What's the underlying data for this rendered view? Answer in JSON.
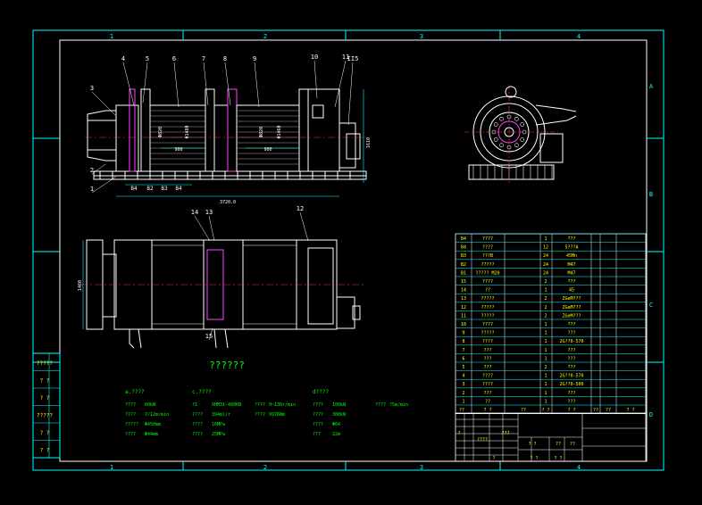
{
  "frame": {
    "columns": [
      "1",
      "2",
      "3",
      "4"
    ],
    "rows": [
      "A",
      "B",
      "C",
      "D"
    ]
  },
  "views": {
    "side_view": {
      "balloons": [
        "3",
        "4",
        "5",
        "6",
        "7",
        "8",
        "9",
        "10",
        "11",
        "II5",
        "2",
        "1"
      ],
      "bottom_labels": [
        "B4",
        "B2",
        "B3",
        "B4"
      ],
      "dims": {
        "d1": "Φ820",
        "d2": "Φ1480",
        "d3": "Φ820",
        "d4": "Φ1460",
        "width1": "900",
        "width2": "900",
        "overall": "3720.0",
        "height": "1610"
      }
    },
    "plan_view": {
      "balloons": [
        "14",
        "13",
        "12",
        "15"
      ],
      "dims": {
        "height": "1460"
      },
      "title": "??????"
    }
  },
  "colors": {
    "cyan": "#00ffff",
    "white": "#ffffff",
    "green": "#00ff00",
    "red": "#ff3030",
    "magenta": "#ff40ff",
    "yellow": "#ffff00"
  },
  "tech": {
    "col_a": {
      "heading": "a.????",
      "lines": [
        {
          "k": "????",
          "v": "60kN"
        },
        {
          "k": "????",
          "v": "7/12m/min"
        },
        {
          "k": "?????",
          "v": "Φ450mm"
        },
        {
          "k": "????",
          "v": "Φ44mm"
        }
      ]
    },
    "col_b": {
      "heading": "c.????",
      "lines": [
        {
          "k": "?1",
          "v": "XHM31-400KB"
        },
        {
          "k": "????",
          "v": "394ml/r"
        },
        {
          "k": "????",
          "v": "16MPa"
        },
        {
          "k": "????",
          "v": "25MPa"
        }
      ],
      "extra": [
        {
          "k": "????",
          "v": "0~130r/min"
        },
        {
          "k": "????",
          "v": "9976Nm"
        }
      ]
    },
    "col_c": {
      "heading": "d????",
      "lines": [
        {
          "k": "????",
          "v": "100kN"
        },
        {
          "k": "????",
          "v": "300kN"
        },
        {
          "k": "????",
          "v": "Φ64"
        },
        {
          "k": "???",
          "v": "22m"
        }
      ],
      "extra": [
        {
          "k": "????",
          "v": "?5m/min"
        }
      ]
    }
  },
  "bom": {
    "rows": [
      {
        "no": "B4",
        "name": "????",
        "qty": "1",
        "mat": "???"
      },
      {
        "no": "B4",
        "name": "????",
        "qty": "12",
        "mat": "5???A"
      },
      {
        "no": "B3",
        "name": "???B",
        "qty": "24",
        "mat": "45Mn"
      },
      {
        "no": "B2",
        "name": "?????",
        "qty": "24",
        "mat": "M47"
      },
      {
        "no": "B1",
        "name": "????? M20",
        "qty": "24",
        "mat": "M47"
      },
      {
        "no": "15",
        "name": "????",
        "qty": "2",
        "mat": "???"
      },
      {
        "no": "14",
        "name": "??",
        "qty": "1",
        "mat": "45"
      },
      {
        "no": "13",
        "name": "?????",
        "qty": "2",
        "mat": "ZGeM???"
      },
      {
        "no": "12",
        "name": "?????",
        "qty": "2",
        "mat": "ZGeM???"
      },
      {
        "no": "11",
        "name": "?????",
        "qty": "2",
        "mat": "ZGeM???"
      },
      {
        "no": "10",
        "name": "????",
        "qty": "1",
        "mat": "???"
      },
      {
        "no": "9",
        "name": "?????",
        "qty": "1",
        "mat": "???"
      },
      {
        "no": "8",
        "name": "????",
        "qty": "1",
        "mat": "2G??0-570"
      },
      {
        "no": "7",
        "name": "???",
        "qty": "1",
        "mat": "???"
      },
      {
        "no": "6",
        "name": "???",
        "qty": "1",
        "mat": "???"
      },
      {
        "no": "5",
        "name": "???",
        "qty": "2",
        "mat": "???"
      },
      {
        "no": "4",
        "name": "????",
        "qty": "1",
        "mat": "2G??0-570"
      },
      {
        "no": "3",
        "name": "????",
        "qty": "1",
        "mat": "2G??0-500"
      },
      {
        "no": "2",
        "name": "???",
        "qty": "1",
        "mat": "???"
      },
      {
        "no": "1",
        "name": "??",
        "qty": "1",
        "mat": "???"
      }
    ],
    "header": [
      "??",
      "?  ?",
      "??",
      "?  ?",
      "?  ?",
      "??",
      "??",
      "?  ?"
    ]
  },
  "left_table": [
    "?????",
    "?  ?",
    "?  ?",
    "?????",
    "?  ?",
    "?  ?"
  ],
  "title_block": {
    "cells": [
      "?",
      "????",
      "???",
      "?  ?",
      "??",
      "??",
      "?  ?",
      "?  ?",
      "?"
    ]
  }
}
